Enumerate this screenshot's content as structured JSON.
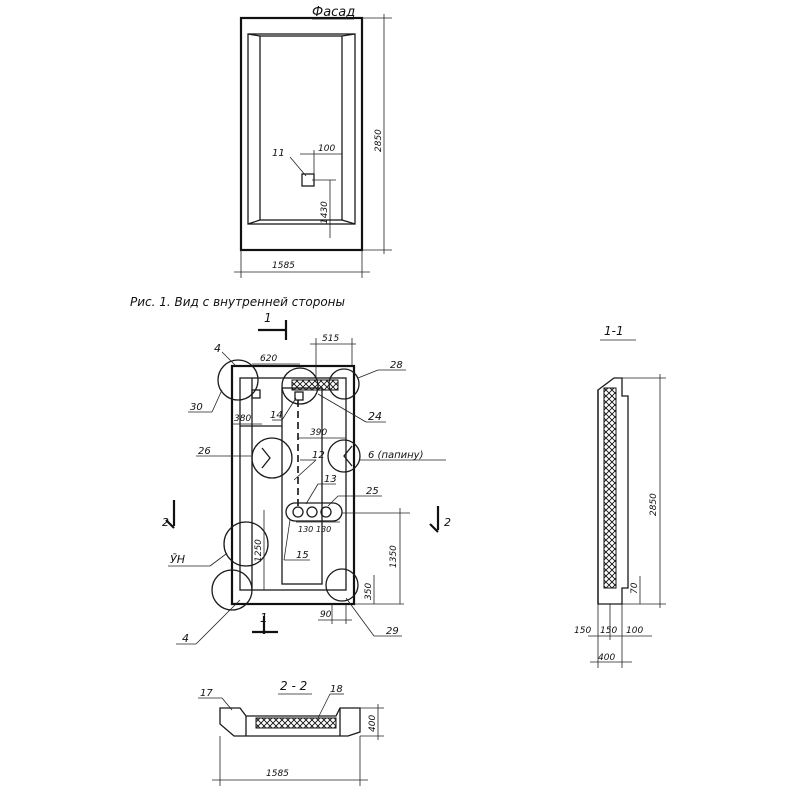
{
  "facade": {
    "title": "Фасад",
    "dim_height": "2850",
    "dim_width": "1585",
    "dim_100": "100",
    "dim_1430": "1430",
    "label_11": "11"
  },
  "inner_view": {
    "caption": "Рис. 1.  Вид с внутренней стороны",
    "section_mark": "1",
    "dims": {
      "d515": "515",
      "d620": "620",
      "d380": "380",
      "d390": "390",
      "d1250": "1250",
      "d1350": "1350",
      "d350": "350",
      "d130a": "130",
      "d130b": "130",
      "d90": "90"
    },
    "labels": {
      "l4_top": "4",
      "l28": "28",
      "l30": "30",
      "l14": "14",
      "l24": "24",
      "l26": "26",
      "l12": "12",
      "l6": "6 (папину)",
      "l13": "13",
      "l25": "25",
      "l2_left": "2",
      "l2_right": "2",
      "l_vn": "ӮН",
      "l15": "15",
      "l4_bottom": "4",
      "l29": "29"
    }
  },
  "section_11": {
    "title": "1-1",
    "dim_height": "2850",
    "dim_70": "70",
    "dim_150a": "150",
    "dim_150b": "150",
    "dim_100": "100",
    "dim_400": "400"
  },
  "section_22": {
    "title": "2 - 2",
    "label_17": "17",
    "label_18": "18",
    "dim_400": "400",
    "dim_1585": "1585"
  }
}
